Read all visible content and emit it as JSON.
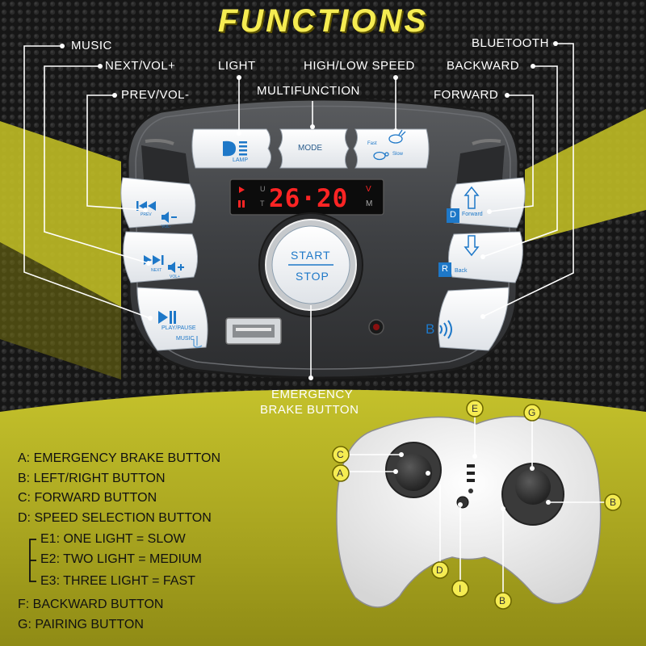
{
  "title": "FUNCTIONS",
  "callouts": {
    "music": "MUSIC",
    "next_vol": "NEXT/VOL+",
    "prev_vol": "PREV/VOL-",
    "light": "LIGHT",
    "high_low_speed": "HIGH/LOW SPEED",
    "multifunction": "MULTIFUNCTION",
    "bluetooth": "BLUETOOTH",
    "backward": "BACKWARD",
    "forward": "FORWARD",
    "emergency_line1": "EMERGENCY",
    "emergency_line2": "BRAKE BUTTON"
  },
  "panel": {
    "display": "26·20",
    "display_u": "U",
    "display_t": "T",
    "display_v": "V",
    "display_m": "M",
    "lamp": "LAMP",
    "mode": "MODE",
    "fast": "Fast",
    "slow": "Slow",
    "prev": "PREV",
    "vol_minus": "VOL-",
    "next": "NEXT",
    "vol_plus": "VOL+",
    "play_pause": "PLAY/PAUSE",
    "music": "MUSIC",
    "start": "START",
    "stop": "STOP",
    "forward_key": "D",
    "forward": "Forward",
    "back_key": "R",
    "back": "Back",
    "bt": "B"
  },
  "legend": [
    "A: EMERGENCY BRAKE BUTTON",
    "B: LEFT/RIGHT BUTTON",
    "C: FORWARD BUTTON",
    "D: SPEED SELECTION BUTTON",
    "E1: ONE LIGHT = SLOW",
    "E2: TWO LIGHT = MEDIUM",
    "E3: THREE LIGHT = FAST",
    "F: BACKWARD BUTTON",
    "G: PAIRING BUTTON"
  ],
  "markers": {
    "a": "A",
    "b": "B",
    "c": "C",
    "d": "D",
    "e": "E",
    "g": "G",
    "i": "I"
  },
  "colors": {
    "accent_yellow": "#f5ec52",
    "olive": "#9d9a1d",
    "display_red": "#ff2424",
    "button_blue": "#1e78c8"
  }
}
